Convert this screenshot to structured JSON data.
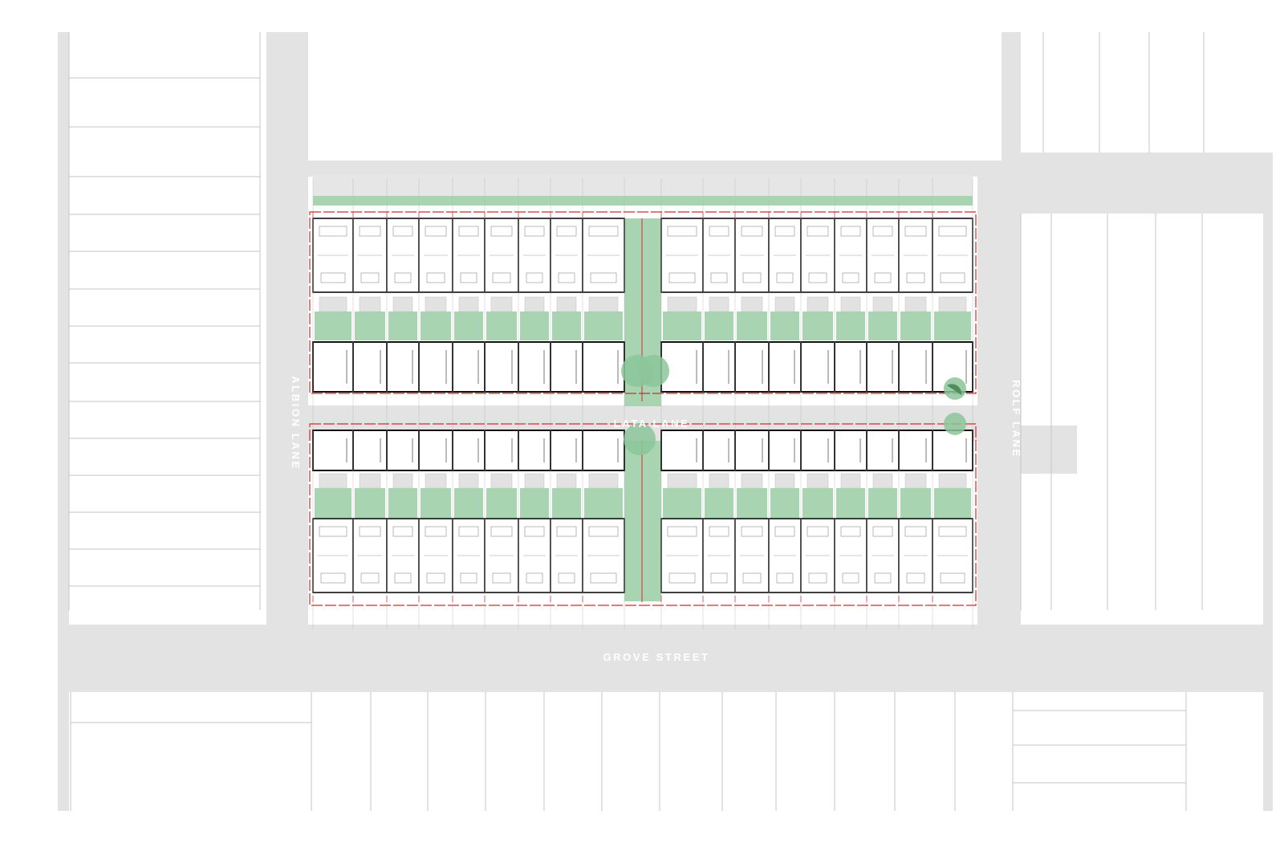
{
  "streets": {
    "albion": "ALBION LANE",
    "lata": "LATA LANE",
    "rolf": "ROLF LANE",
    "grove": "GROVE STREET"
  },
  "colors": {
    "road": "#e3e3e3",
    "green": "#a9d4b1",
    "tree": "#8cc69a",
    "tree_dark": "#4f8c5e",
    "boundary": "#d52b2b",
    "wall": "#111111",
    "lot_line": "#bfbfbf"
  }
}
